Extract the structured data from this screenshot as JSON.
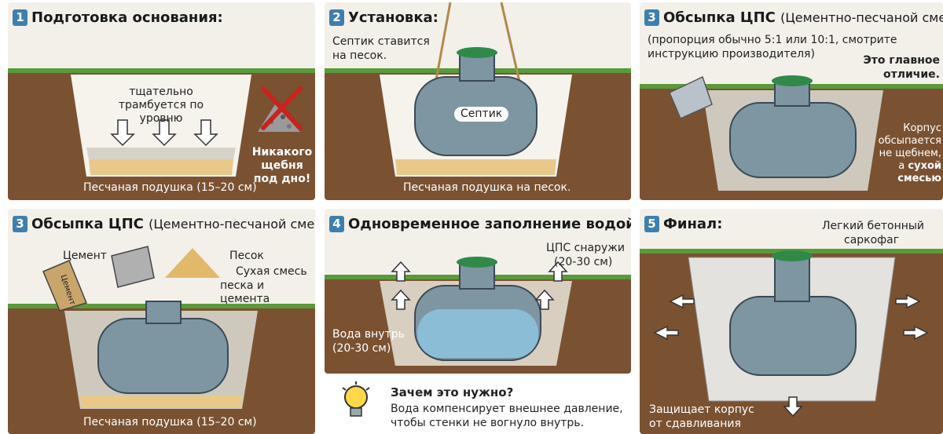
{
  "panel1": {
    "num": "1",
    "title": "Подготовка основания:",
    "note": "тщательно трамбуется по уровню",
    "warn": "Никакого щебня под дно!",
    "bottom": "Песчаная подушка (15–20 см)"
  },
  "panel2": {
    "num": "2",
    "title": "Установка:",
    "note1": "Септик ставится",
    "note2": "на песок.",
    "tank": "Септик",
    "bottom": "Песчаная подушка на песок."
  },
  "panel3": {
    "num": "3",
    "title": "Обсыпка ЦПС",
    "title_sub": "(Цементно-песчаной смесью)",
    "note1": "(пропорция обычно 5:1 или 10:1, смотрите",
    "note2": "инструкцию производителя)",
    "main1": "Это главное",
    "main2": "отличие.",
    "side1": "Корпус",
    "side2": "обсыпается",
    "side3": "не щебнем,",
    "side4": "а",
    "side5": "сухой",
    "side6": "смесью"
  },
  "panel4": {
    "num": "3",
    "title": "Обсыпка ЦПС",
    "title_sub": "(Цементно-песчаной смесью):",
    "cement": "Цемент",
    "sand": "Песок",
    "bag": "Цемент",
    "mix1": "Сухая смесь",
    "mix2": "песка и цемента",
    "bottom": "Песчаная подушка (15–20 см)"
  },
  "panel5": {
    "num": "4",
    "title": "Одновременное заполнение водой:",
    "outside1": "ЦПС снаружи",
    "outside2": "(20-30 см)",
    "inside1": "Вода внутрь",
    "inside2": "(20-30 см)"
  },
  "tip": {
    "title": "Зачем это нужно?",
    "line1": "Вода компенсирует внешнее давление,",
    "line2": "чтобы стенки не вогнуло внутрь."
  },
  "panel6": {
    "num": "5",
    "title": "Финал:",
    "sarc1": "Легкий бетонный",
    "sarc2": "саркофаг",
    "prot1": "Защищает корпус",
    "prot2": "от сдавливания"
  },
  "colors": {
    "accent": "#3f7fae",
    "soil": "#7a5232",
    "sand": "#e8c98a",
    "tank": "#7e95a2",
    "lid": "#2f8a4a",
    "water": "#8ec4e0",
    "warn": "#c8231e"
  }
}
